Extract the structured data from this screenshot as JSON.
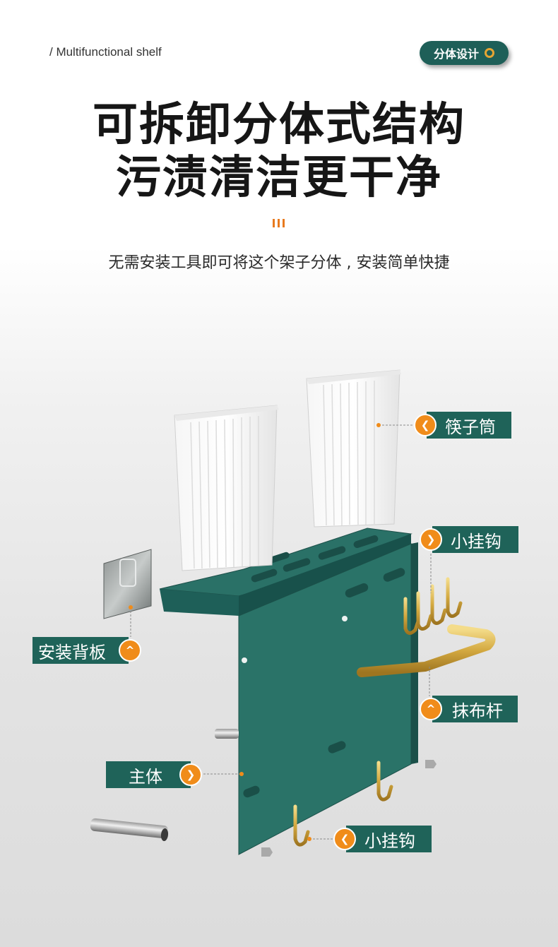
{
  "header": {
    "tag": "/ Multifunctional shelf",
    "badge_label": "分体设计"
  },
  "headline": {
    "line1": "可拆卸分体式结构",
    "line2": "污渍清洁更干净"
  },
  "subtitle": "无需安装工具即可将这个架子分体 , 安装简单快捷",
  "callouts": {
    "chopstick_holder": "筷子筒",
    "small_hook_top": "小挂钩",
    "back_plate": "安装背板",
    "towel_bar": "抹布杆",
    "main_body": "主体",
    "small_hook_bottom": "小挂钩"
  },
  "colors": {
    "brand_green": "#1f6359",
    "accent_orange": "#f08c1a",
    "gold": "#d8b04a"
  }
}
